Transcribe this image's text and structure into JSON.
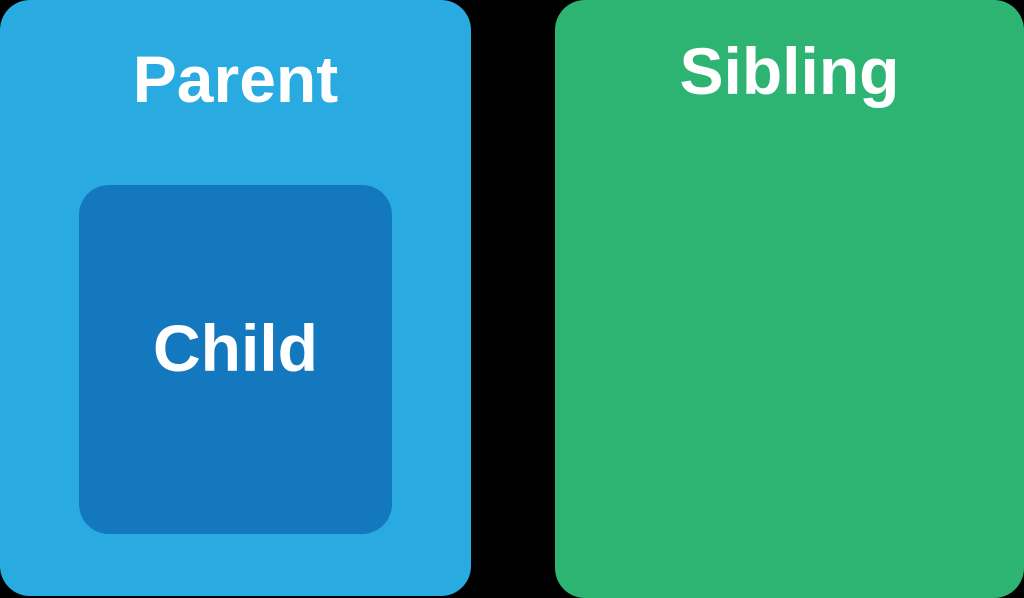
{
  "diagram": {
    "background_color": "#000000",
    "text_color": "#ffffff",
    "boxes": {
      "parent": {
        "label": "Parent",
        "color": "#29abe2"
      },
      "child": {
        "label": "Child",
        "color": "#1478be"
      },
      "sibling": {
        "label": "Sibling",
        "color": "#2db473"
      }
    }
  }
}
